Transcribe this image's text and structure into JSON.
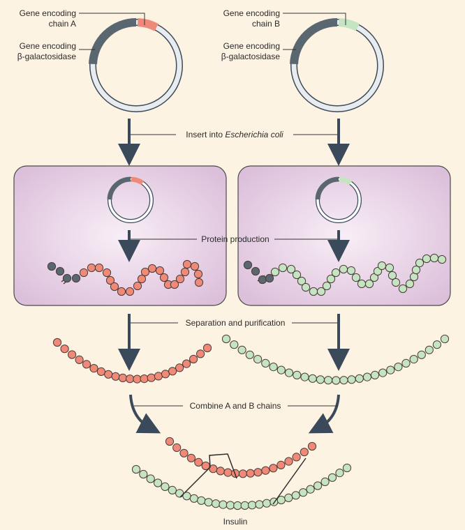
{
  "plasmid_a": {
    "gene_label_line1": "Gene encoding",
    "gene_label_line2": "chain A",
    "galactosidase_line1": "Gene encoding",
    "galactosidase_line2": "β-galactosidase"
  },
  "plasmid_b": {
    "gene_label_line1": "Gene encoding",
    "gene_label_line2": "chain B",
    "galactosidase_line1": "Gene encoding",
    "galactosidase_line2": "β-galactosidase"
  },
  "steps": {
    "insert_prefix": "Insert into ",
    "insert_organism": "Escherichia coli",
    "protein_production": "Protein production",
    "separation": "Separation and purification",
    "combine": "Combine A and B chains"
  },
  "result_label": "Insulin",
  "colors": {
    "background": "#fdf3e3",
    "chain_a": "#ef8a78",
    "chain_b": "#c5e4c2",
    "galactosidase": "#5a6670",
    "cell_fill": "#e7cfe4",
    "arrow": "#3b4a5a"
  },
  "icons": {
    "plasmid": "plasmid-ring-icon",
    "arrow": "down-arrow-icon"
  }
}
